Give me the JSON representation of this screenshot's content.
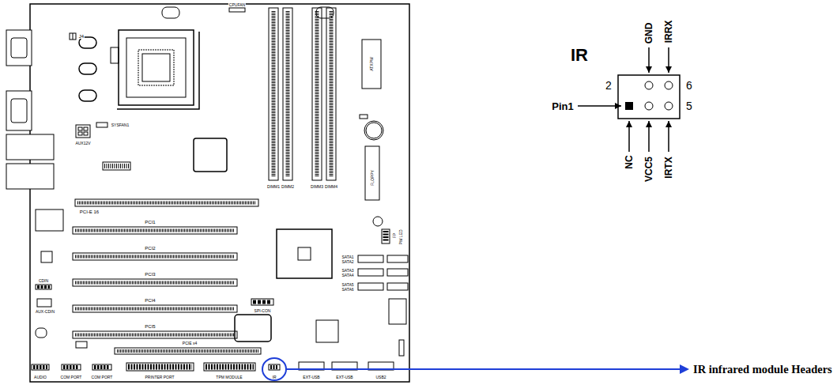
{
  "diagram": {
    "labels": [
      "CPUFAN",
      "J4",
      "AUX12V",
      "SYSFAN1",
      "ATXPW",
      "DIMM1",
      "DIMM2",
      "DIMM3",
      "DIMM4",
      "FLOPPY",
      "PCI-E 16",
      "PCI1",
      "PCI2",
      "PCI3",
      "PCI4",
      "PCI5",
      "PCIE x4",
      "SATA1",
      "SATA2",
      "SATA3",
      "SATA4",
      "SATA5",
      "SATA6",
      "FP",
      "PW LED",
      "SPI-CON",
      "CDIN",
      "AUX-CDIN",
      "AUDIO",
      "COM PORT",
      "COM PORT",
      "PRINTER PORT",
      "TPM MODULE",
      "IR",
      "EXT-USB",
      "EXT-USB",
      "USB2",
      "IR",
      "GND",
      "IRRX",
      "2",
      "6",
      "Pin1",
      "5",
      "NC",
      "VCC5",
      "IRTX",
      "IR infrared module Headers"
    ]
  }
}
